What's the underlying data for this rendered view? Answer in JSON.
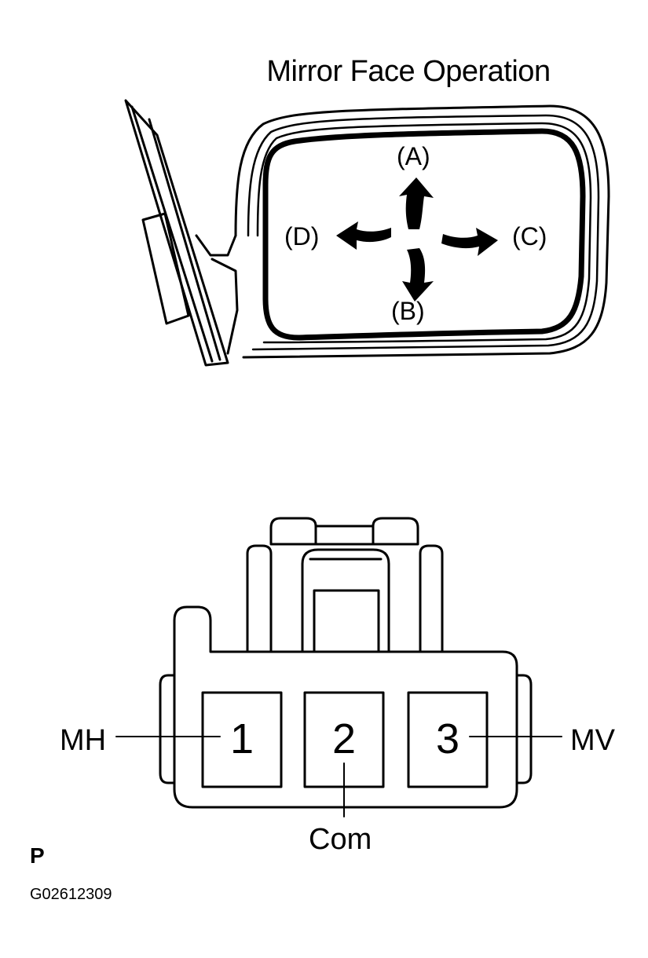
{
  "title": "Mirror Face Operation",
  "directions": {
    "up": "(A)",
    "down": "(B)",
    "right": "(C)",
    "left": "(D)"
  },
  "connector": {
    "pins": [
      {
        "number": "1",
        "label": "MH"
      },
      {
        "number": "2",
        "label": "Com"
      },
      {
        "number": "3",
        "label": "MV"
      }
    ]
  },
  "footer": {
    "letter": "P",
    "code": "G02612309"
  }
}
